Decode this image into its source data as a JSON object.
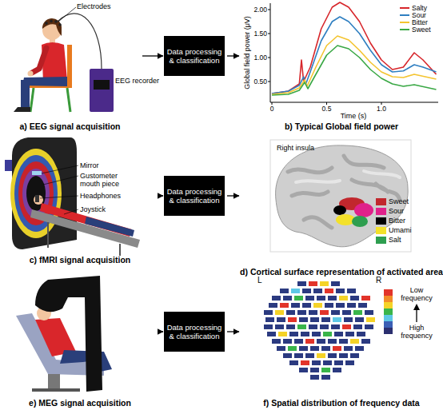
{
  "diagram": {
    "nodes": [
      {
        "text": [
          "a) EEG signal acquisition"
        ]
      },
      {
        "text": [
          "Data processing & classification"
        ]
      },
      {
        "text": [
          "b) Typical Global field power"
        ]
      },
      {
        "text": [
          "c) fMRI signal acquisition"
        ]
      },
      {
        "text": [
          "Data processing & classification"
        ]
      },
      {
        "text": [
          "d) Cortical surface representation of activated area"
        ]
      },
      {
        "text": [
          "e) MEG signal acquisition"
        ]
      },
      {
        "text": [
          "Data processing & classification"
        ]
      },
      {
        "text": [
          "f) Spatial distribution of frequency data"
        ]
      }
    ],
    "edges": [
      {
        "from": 0,
        "to": 1,
        "arrow": "to"
      },
      {
        "from": 1,
        "to": 2,
        "arrow": "to"
      },
      {
        "from": 3,
        "to": 4,
        "arrow": "to"
      },
      {
        "from": 4,
        "to": 5,
        "arrow": "to"
      },
      {
        "from": 6,
        "to": 7,
        "arrow": "to"
      },
      {
        "from": 7,
        "to": 8,
        "arrow": "to"
      }
    ],
    "labels": [
      "Electrodes",
      "EEG recorder",
      "Global field power (μV)",
      "2.00",
      "1.50",
      "1.00",
      "0.50",
      "0",
      "0.5",
      "1.0",
      "Time (s)",
      "Mirror",
      "Gustometer mouth piece",
      "Headphones",
      "Joystick",
      "Right insula",
      "L",
      "R",
      "Low frequency",
      "High frequency"
    ],
    "legend": [
      {
        "text": "Salty"
      },
      {
        "text": "Sour"
      },
      {
        "text": "Bitter"
      },
      {
        "text": "Sweet"
      },
      {
        "text": "Sweet",
        "color": "#c1272d"
      },
      {
        "text": "Sour",
        "color": "#e0218a"
      },
      {
        "text": "Bitter",
        "color": "#000000"
      },
      {
        "text": "Umami",
        "color": "#f3e12a"
      },
      {
        "text": "Salt",
        "color": "#2e9e4f"
      }
    ]
  }
}
